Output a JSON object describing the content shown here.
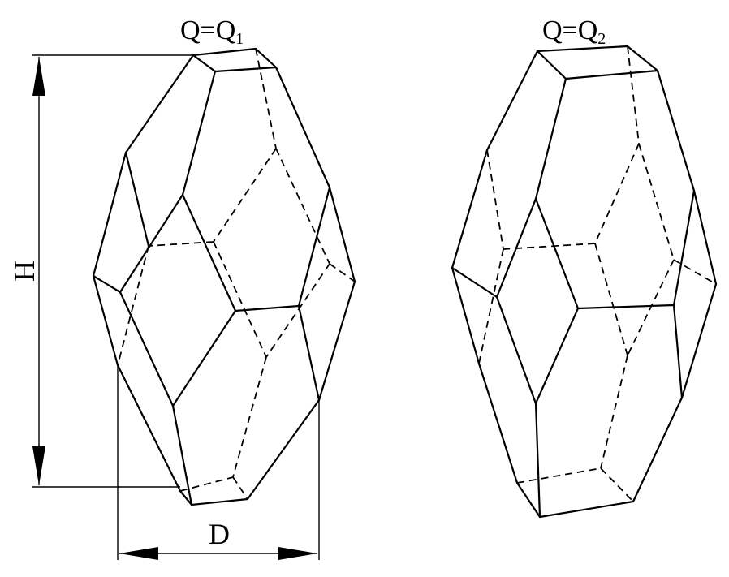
{
  "left_crystal": {
    "label_main": "Q=Q",
    "label_sub": "1"
  },
  "right_crystal": {
    "label_main": "Q=Q",
    "label_sub": "2"
  },
  "dimensions": {
    "height_label": "H",
    "width_label": "D"
  }
}
